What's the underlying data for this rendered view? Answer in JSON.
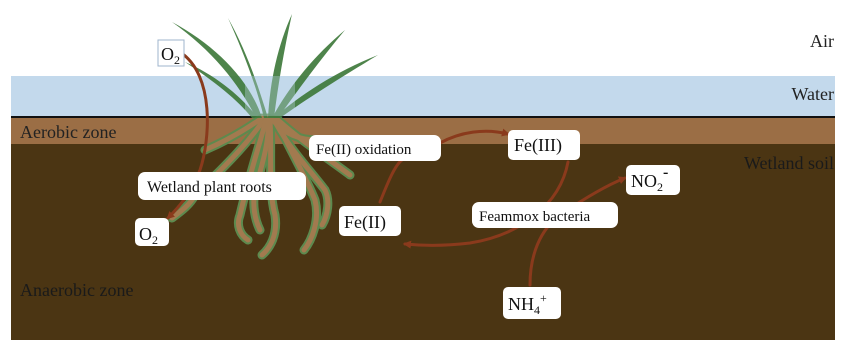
{
  "layers": {
    "air": "Air",
    "water": "Water",
    "aerobic": "Aerobic zone",
    "soil": "Wetland soil",
    "anaerobic": "Anaerobic zone"
  },
  "labels": {
    "o2_top": "O",
    "o2_top_sub": "2",
    "o2_bottom": "O",
    "o2_bottom_sub": "2",
    "roots": "Wetland plant roots",
    "fe2_oxidation": "Fe(II) oxidation",
    "fe3": "Fe(III)",
    "fe2": "Fe(II)",
    "bacteria": "Feammox bacteria",
    "no2": "NO",
    "no2_sub": "2",
    "no2_sup": "-",
    "nh4": "NH",
    "nh4_sub": "4",
    "nh4_sup": "+"
  },
  "colors": {
    "water": "#c3d9ec",
    "aerobic": "#9b6e45",
    "soil": "#4b3513",
    "arrow": "#8a3a1c",
    "grass": "#3f7a3c",
    "root": "#a27a4f",
    "root_edge": "#5d8a4e"
  }
}
